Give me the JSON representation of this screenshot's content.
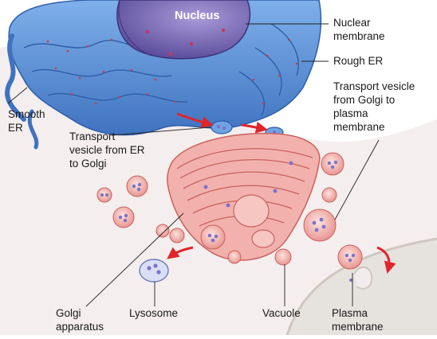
{
  "labels": {
    "nucleus": "Nucleus",
    "nuclear_membrane": [
      "Nuclear",
      "membrane"
    ],
    "rough_er": "Rough ER",
    "smooth_er": [
      "Smooth",
      "ER"
    ],
    "transport_vesicle_golgi_to_membrane": [
      "Transport vesicle",
      "from Golgi to",
      "plasma",
      "membrane"
    ],
    "transport_vesicle_er_to_golgi": [
      "Transport",
      "vesicle from ER",
      "to Golgi"
    ],
    "golgi_apparatus": [
      "Golgi",
      "apparatus"
    ],
    "lysosome": "Lysosome",
    "vacuole": "Vacuole",
    "plasma_membrane": [
      "Plasma",
      "membrane"
    ]
  },
  "colors": {
    "er_blue": "#5f93d6",
    "er_dark": "#2f5fa8",
    "nucleus_purple": "#7e6fb8",
    "golgi_pink": "#f2a9a6",
    "golgi_dark": "#d87672",
    "vesicle_dot": "#7a74c9",
    "arrow_red": "#e0252b",
    "cytoplasm": "#f3ecec",
    "outside": "#e9e3dc"
  }
}
